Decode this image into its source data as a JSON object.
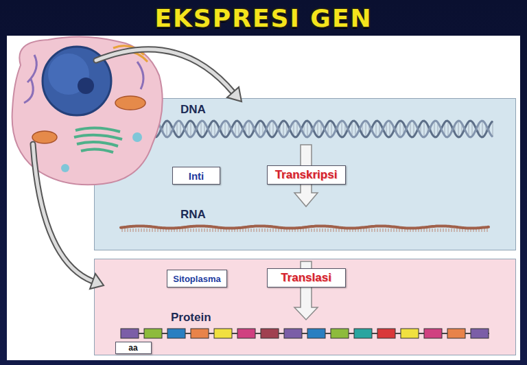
{
  "diagram": {
    "title": "EKSPRESI GEN",
    "nodes": [
      {
        "text": [
          "DNA",
          "RNA"
        ]
      },
      {
        "text": [
          "Inti"
        ],
        "in": 0
      },
      {
        "text": [
          "Transkripsi"
        ],
        "in": 0
      },
      {
        "text": [
          "Protein"
        ]
      },
      {
        "text": [
          "Sitoplasma"
        ],
        "in": 3
      },
      {
        "text": [
          "Translasi"
        ],
        "in": 3
      },
      {
        "text": [
          "aa"
        ],
        "in": 3
      }
    ]
  }
}
